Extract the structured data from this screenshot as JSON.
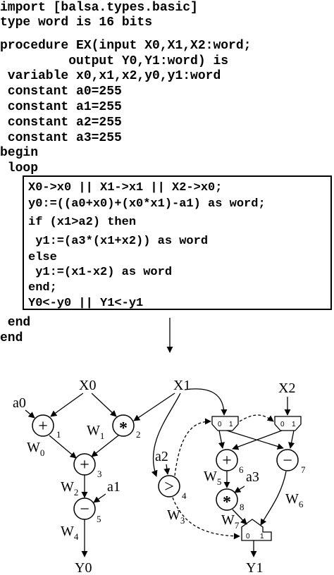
{
  "code": {
    "lines": [
      "import [balsa.types.basic]",
      "type word is 16 bits",
      "procedure EX(input X0,X1,X2:word;",
      "         output Y0,Y1:word) is",
      " variable x0,x1,x2,y0,y1:word",
      " constant a0=255",
      " constant a1=255",
      " constant a2=255",
      " constant a3=255",
      "begin",
      " loop",
      "X0->x0 || X1->x1 || X2->x0;",
      "y0:=((a0+x0)+(x0*x1)-a1) as word;",
      "if (x1>a2) then",
      " y1:=(a3*(x1+x2)) as word",
      "else",
      " y1:=(x1-x2) as word",
      "end;",
      "Y0<-y0 || Y1<-y1",
      " end",
      "end"
    ]
  },
  "diagram": {
    "inputs": {
      "x0": "X0",
      "x1": "X1",
      "x2": "X2"
    },
    "outputs": {
      "y0": "Y0",
      "y1": "Y1"
    },
    "constants": {
      "a0": "a0",
      "a1": "a1",
      "a2": "a2",
      "a3": "a3"
    },
    "operators": {
      "plus": "+",
      "times": "*",
      "minus": "−",
      "greater": ">"
    },
    "node_numbers": {
      "n1": "1",
      "n2": "2",
      "n3": "3",
      "n4": "4",
      "n5": "5",
      "n6": "6",
      "n7": "7",
      "n8": "8"
    },
    "wires": {
      "w0": {
        "base": "W",
        "sub": "0"
      },
      "w1": {
        "base": "W",
        "sub": "1"
      },
      "w2": {
        "base": "W",
        "sub": "2"
      },
      "w3": {
        "base": "W",
        "sub": "3"
      },
      "w4": {
        "base": "W",
        "sub": "4"
      },
      "w5": {
        "base": "W",
        "sub": "5"
      },
      "w6": {
        "base": "W",
        "sub": "6"
      },
      "w7": {
        "base": "W",
        "sub": "7"
      }
    },
    "mux_labels": {
      "zero": "0",
      "one": "1"
    }
  }
}
